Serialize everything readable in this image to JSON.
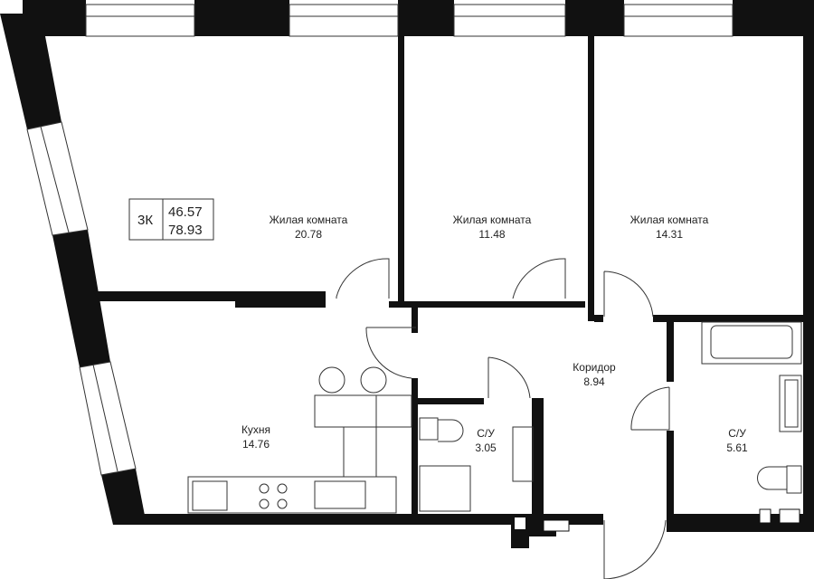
{
  "summary": {
    "rooms": "3К",
    "living_area": "46.57",
    "total_area": "78.93"
  },
  "rooms": [
    {
      "name": "Жилая комната",
      "area": "20.78"
    },
    {
      "name": "Жилая комната",
      "area": "11.48"
    },
    {
      "name": "Жилая комната",
      "area": "14.31"
    },
    {
      "name": "Кухня",
      "area": "14.76"
    },
    {
      "name": "Коридор",
      "area": "8.94"
    },
    {
      "name": "С/У",
      "area": "3.05"
    },
    {
      "name": "С/У",
      "area": "5.61"
    }
  ]
}
